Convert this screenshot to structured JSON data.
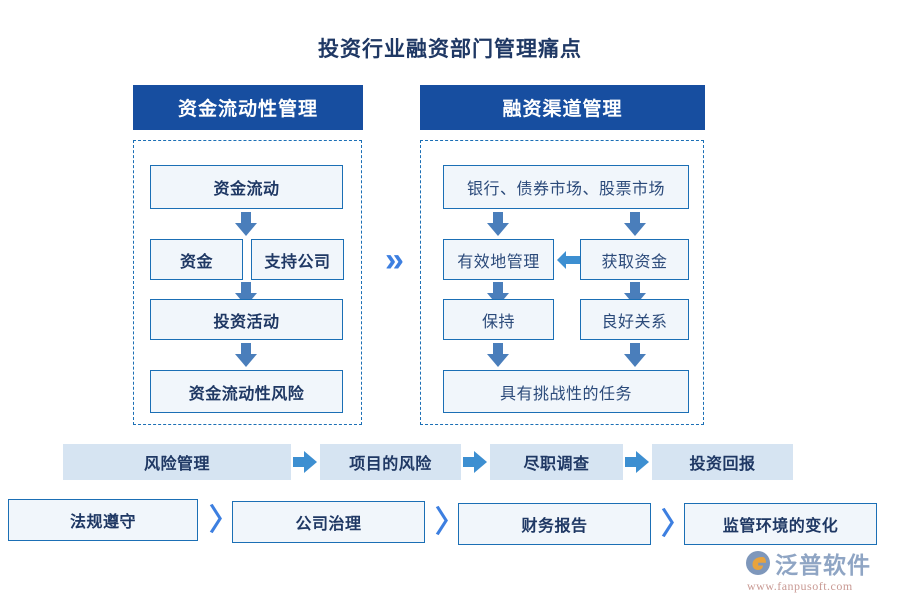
{
  "page": {
    "title": "投资行业融资部门管理痛点"
  },
  "colors": {
    "header_blue": "#174ea0",
    "border_blue": "#1b6fb5",
    "box_fill": "#f1f6fb",
    "chip_fill": "#d6e4f2",
    "arrow_blue": "#4a7ebb",
    "arrow_right_blue": "#3d8fd1",
    "chevron_blue": "#3d7fe0",
    "text_navy": "#1f3864"
  },
  "columns": {
    "left": {
      "header": "资金流动性管理",
      "boxes": {
        "top": "资金流动",
        "mid_left": "资金",
        "mid_right": "支持公司",
        "third": "投资活动",
        "bottom": "资金流动性风险"
      }
    },
    "right": {
      "header": "融资渠道管理",
      "boxes": {
        "top": "银行、债券市场、股票市场",
        "mid_left": "有效地管理",
        "mid_right": "获取资金",
        "third_left": "保持",
        "third_right": "良好关系",
        "bottom": "具有挑战性的任务"
      }
    }
  },
  "center_separator": "»",
  "row3": {
    "items": [
      {
        "label": "风险管理"
      },
      {
        "label": "项目的风险"
      },
      {
        "label": "尽职调查"
      },
      {
        "label": "投资回报"
      }
    ]
  },
  "row4": {
    "separator": "〉",
    "items": [
      {
        "label": "法规遵守"
      },
      {
        "label": "公司治理"
      },
      {
        "label": "财务报告"
      },
      {
        "label": "监管环境的变化"
      }
    ]
  },
  "watermark": {
    "brand": "泛普软件",
    "url": "www.fanpusoft.com"
  }
}
